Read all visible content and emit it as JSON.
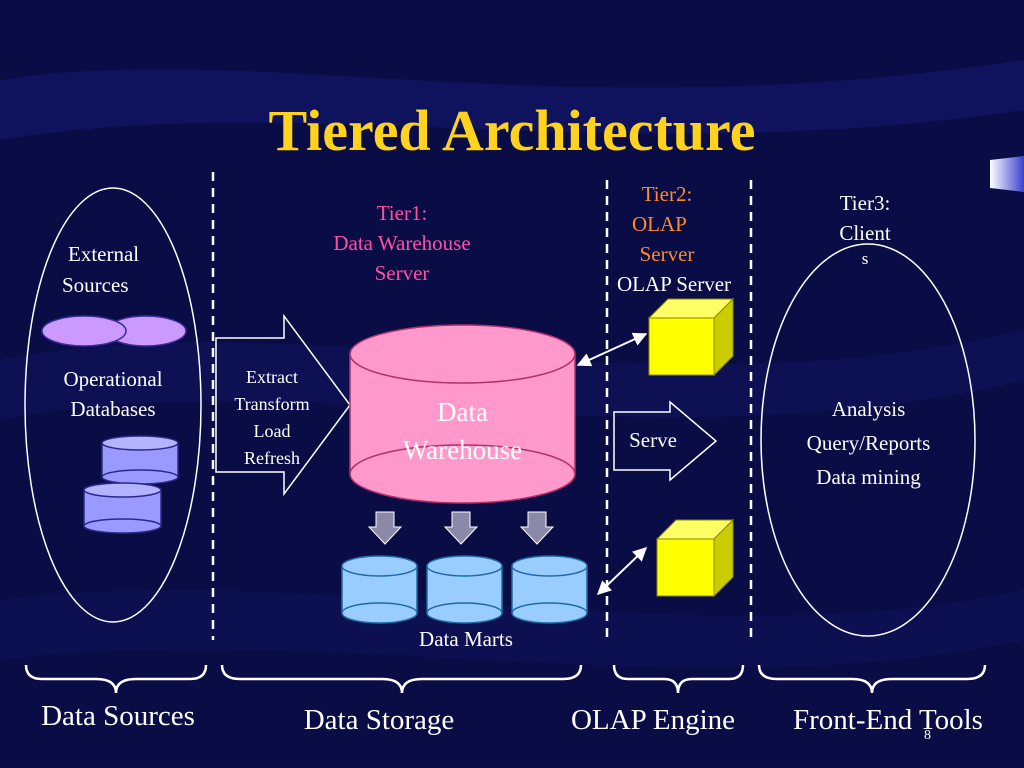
{
  "slide": {
    "title": "Tiered Architecture",
    "page_number": "8"
  },
  "tiers": {
    "tier1": {
      "line1": "Tier1:",
      "line2": "Data Warehouse",
      "line3": "Server"
    },
    "tier2": {
      "line1": "Tier2:",
      "line2": "OLAP",
      "line3": "Server",
      "line4": "OLAP Server"
    },
    "tier3": {
      "line1": "Tier3:",
      "line2": "Client",
      "line3": "s"
    }
  },
  "sources": {
    "external_line1": "External",
    "external_line2": "Sources",
    "operational_line1": "Operational",
    "operational_line2": "Databases"
  },
  "etl": {
    "line1": "Extract",
    "line2": "Transform",
    "line3": "Load",
    "line4": "Refresh"
  },
  "warehouse": {
    "line1": "Data",
    "line2": "Warehouse"
  },
  "serve_label": "Serve",
  "data_marts_label": "Data Marts",
  "clients": {
    "line1": "Analysis",
    "line2": "Query/Reports",
    "line3": "Data mining"
  },
  "sections": {
    "data_sources": "Data Sources",
    "data_storage": "Data Storage",
    "olap_engine": "OLAP Engine",
    "front_end_tools": "Front-End Tools"
  },
  "colors": {
    "background": "#0a0c46",
    "title": "#ffd21e",
    "tier1_text": "#ff4fa5",
    "tier2_text": "#ff8a2a",
    "warehouse_fill": "#ff99cc",
    "data_mart_fill": "#99ccff",
    "operational_db_fill": "#9999ff",
    "external_source_fill": "#cc99ff",
    "olap_cube_fill": "#ffff00"
  }
}
